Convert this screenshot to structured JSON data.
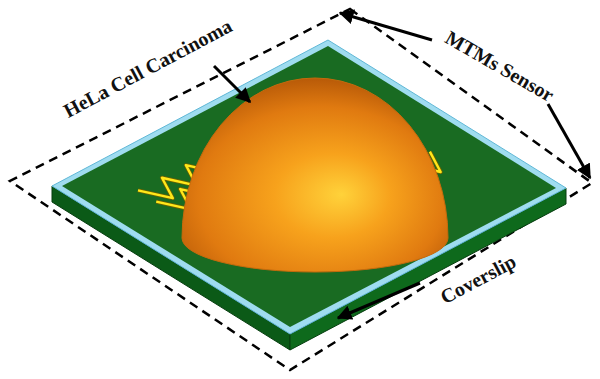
{
  "diagram": {
    "labels": [
      "HeLa Cell Carcinoma",
      "MTMs Sensor",
      "Coverslip"
    ]
  }
}
